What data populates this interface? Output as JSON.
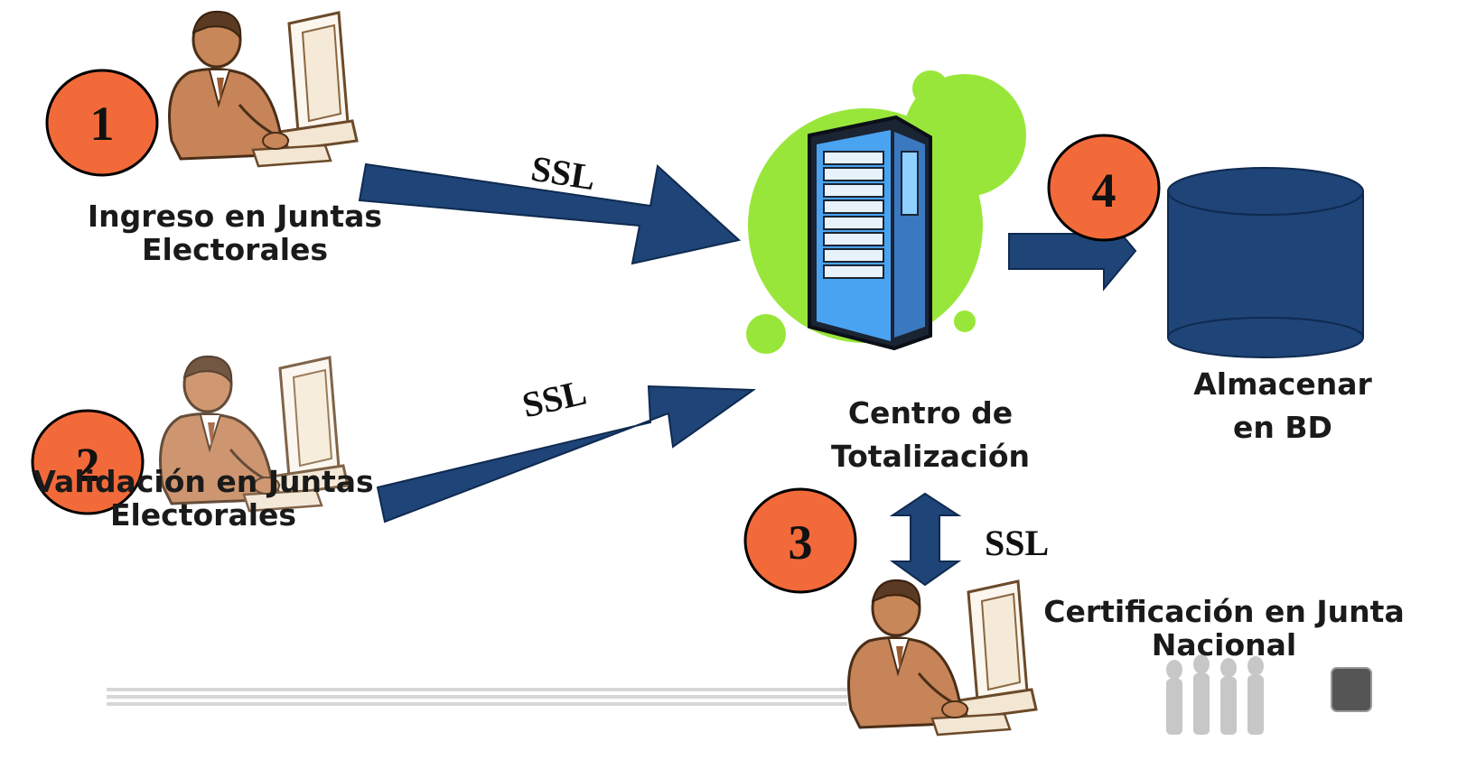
{
  "nodes": {
    "ingreso": {
      "badge": "1",
      "line1": "Ingreso en Juntas",
      "line2": "Electorales"
    },
    "validacion": {
      "badge": "2",
      "line1": "Validación en Juntas",
      "line2": "Electorales"
    },
    "centro": {
      "line1": "Centro de",
      "line2": "Totalización"
    },
    "almacenar": {
      "badge": "4",
      "line1": "Almacenar",
      "line2": "en BD"
    },
    "certificacion": {
      "badge": "3",
      "line1": "Certificación en Junta",
      "line2": "Nacional"
    }
  },
  "connections": {
    "ssl_top": "SSL",
    "ssl_middle": "SSL",
    "ssl_bottom": "SSL"
  },
  "colors": {
    "arrow": "#1f4477",
    "badge": "#f26a3a",
    "database": "#1f4477",
    "server_glow": "#99e63a",
    "server_body": "#4aa3f0"
  },
  "icons": [
    "person-at-computer-icon",
    "server-icon",
    "database-icon",
    "people-silhouette-icon"
  ]
}
